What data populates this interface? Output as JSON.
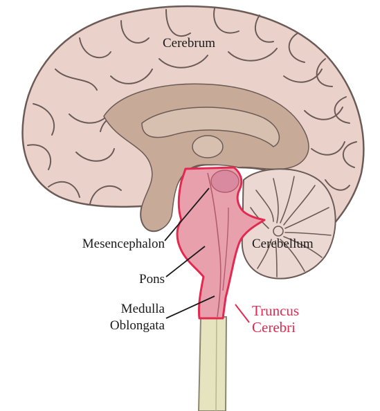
{
  "labels": {
    "cerebrum": "Cerebrum",
    "cerebellum": "Cerebellum",
    "mesencephalon": "Mesencephalon",
    "pons": "Pons",
    "medulla_line1": "Medulla",
    "medulla_line2": "Oblongata",
    "truncus_line1": "Truncus",
    "truncus_line2": "Cerebri"
  },
  "colors": {
    "cerebrum_fill": "#ead2cb",
    "outline": "#6b5a55",
    "inner_region": "#c7ab98",
    "brainstem_fill": "#e9a0ad",
    "brainstem_outline": "#e2294f",
    "brainstem_shadow": "#d47e90",
    "cerebellum_fill": "#ecd8d2",
    "spinal_cord": "#e6e3bf",
    "label_text": "#1a1a1a",
    "highlight_text": "#e2294f"
  }
}
